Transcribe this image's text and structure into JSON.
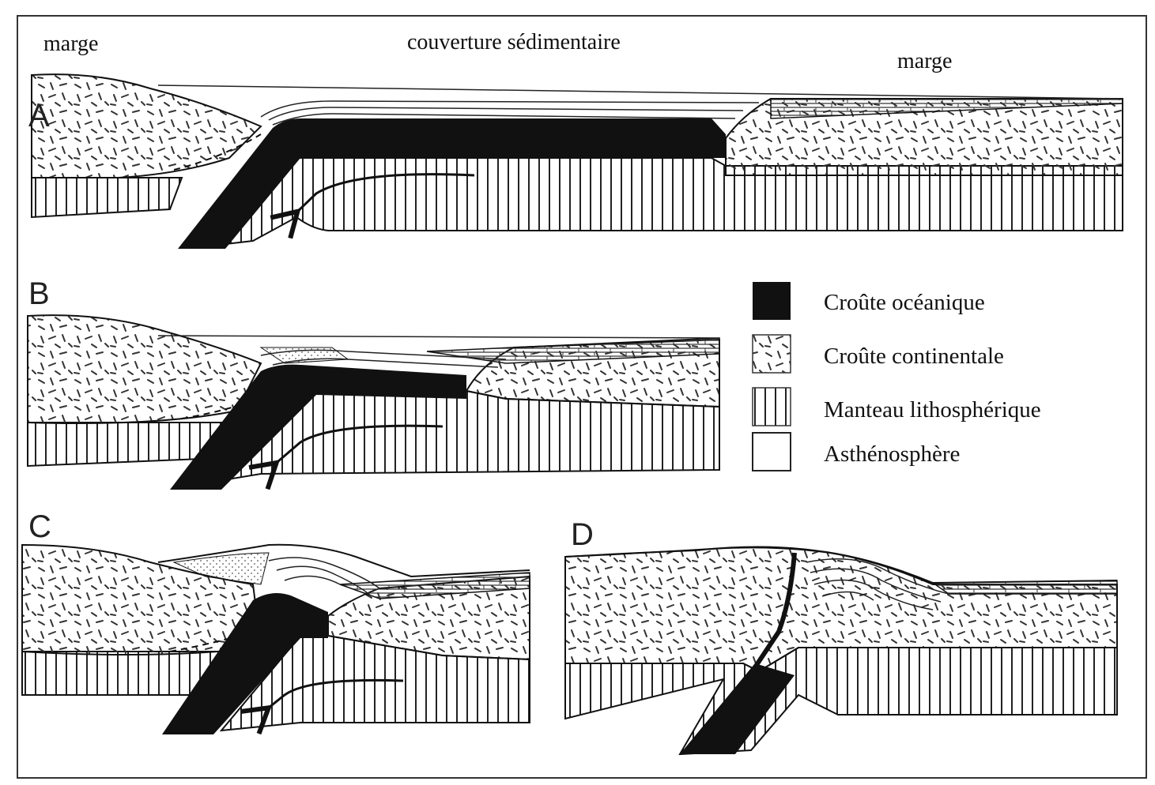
{
  "labels": {
    "marge_left": "marge",
    "couverture": "couverture sédimentaire",
    "marge_right": "marge"
  },
  "panels": [
    "A",
    "B",
    "C",
    "D"
  ],
  "legend": [
    {
      "text": "Croûte océanique",
      "swatch": "oceanic"
    },
    {
      "text": "Croûte continentale",
      "swatch": "continental"
    },
    {
      "text": "Manteau lithosphérique",
      "swatch": "mantle"
    },
    {
      "text": "Asthénosphère",
      "swatch": "asthenosphere"
    }
  ],
  "colors": {
    "ink": "#111111",
    "paper": "#ffffff"
  }
}
